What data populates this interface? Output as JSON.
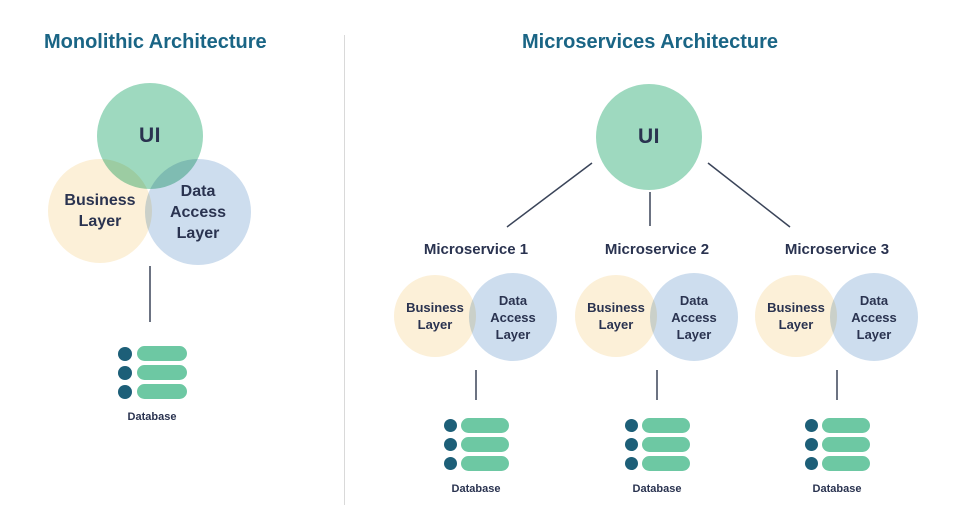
{
  "colors": {
    "title": "#1a6585",
    "text_dark": "#2a3350",
    "circle_green": "#9ed9bf",
    "circle_yellow": "#fcf0d8",
    "circle_blue": "#cdddee",
    "db_dot": "#1d5f78",
    "db_pill": "#6dc8a3",
    "line": "#3a4459",
    "divider": "#d9d9d9"
  },
  "monolithic": {
    "title": "Monolithic Architecture",
    "ui_label": "UI",
    "business_label": "Business Layer",
    "data_access_label": "Data Access Layer",
    "database": {
      "icon": "database-rows-icon",
      "label": "Database"
    }
  },
  "microservices": {
    "title": "Microservices Architecture",
    "ui_label": "UI",
    "services": [
      {
        "label": "Microservice 1",
        "business_label": "Business Layer",
        "data_access_label": "Data Access Layer",
        "database": {
          "icon": "database-rows-icon",
          "label": "Database"
        }
      },
      {
        "label": "Microservice 2",
        "business_label": "Business Layer",
        "data_access_label": "Data Access Layer",
        "database": {
          "icon": "database-rows-icon",
          "label": "Database"
        }
      },
      {
        "label": "Microservice 3",
        "business_label": "Business Layer",
        "data_access_label": "Data Access Layer",
        "database": {
          "icon": "database-rows-icon",
          "label": "Database"
        }
      }
    ]
  }
}
